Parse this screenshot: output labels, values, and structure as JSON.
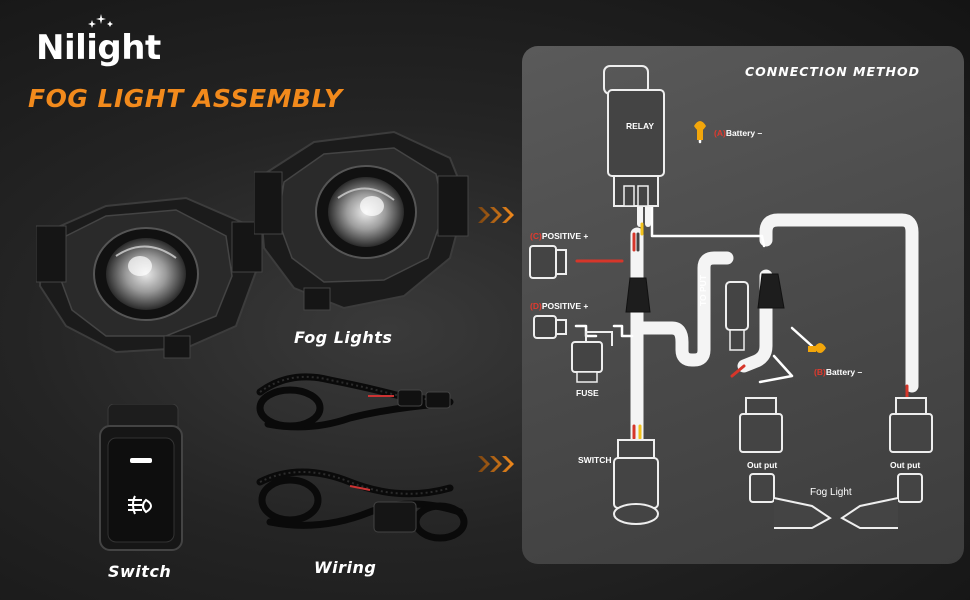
{
  "header": {
    "brand": "Nilight",
    "title": "FOG LIGHT ASSEMBLY"
  },
  "products": {
    "fog_lights_label": "Fog Lights",
    "switch_label": "Switch",
    "wiring_label": "Wiring"
  },
  "diagram": {
    "title": "CONNECTION METHOD",
    "relay": "RELAY",
    "battery_a_tag": "(A)",
    "battery_a": "Battery –",
    "positive_c_tag": "(C)",
    "positive_c": "POSITIVE +",
    "positive_d_tag": "(D)",
    "positive_d": "POSITIVE +",
    "fuse": "FUSE",
    "to_put": "TO PUT",
    "battery_b_tag": "(B)",
    "battery_b": "Battery –",
    "switch": "SWITCH",
    "output_left": "Out put",
    "output_right": "Out put",
    "fog_light": "Fog Light"
  },
  "colors": {
    "accent_orange": "#f28a1c",
    "tag_red": "#e03a2e",
    "panel": "#4c4c4c"
  }
}
